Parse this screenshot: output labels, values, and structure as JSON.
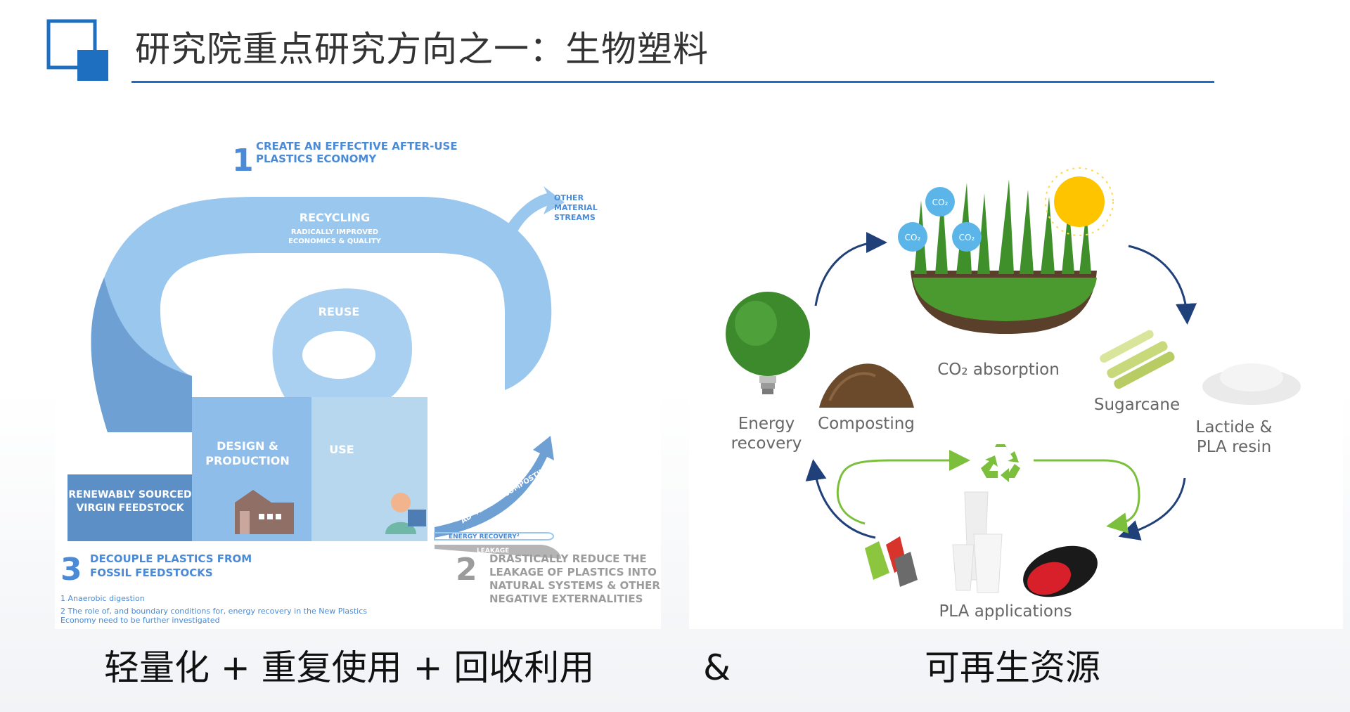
{
  "header": {
    "title": "研究院重点研究方向之一：生物塑料"
  },
  "left_diagram": {
    "step1_number": "1",
    "step1_line1": "CREATE AN EFFECTIVE AFTER-USE",
    "step1_line2": "PLASTICS ECONOMY",
    "other_line1": "OTHER",
    "other_line2": "MATERIAL",
    "other_line3": "STREAMS",
    "recycling": "RECYCLING",
    "recycling_sub1": "RADICALLY IMPROVED",
    "recycling_sub2": "ECONOMICS & QUALITY",
    "reuse": "REUSE",
    "design_line1": "DESIGN &",
    "design_line2": "PRODUCTION",
    "use": "USE",
    "feedstock_line1": "RENEWABLY SOURCED",
    "feedstock_line2": "VIRGIN FEEDSTOCK",
    "composting": "AD¹ AND/OR COMPOSTING",
    "energy_recovery": "ENERGY RECOVERY²",
    "leakage": "LEAKAGE",
    "step3_number": "3",
    "step3_line1": "DECOUPLE PLASTICS FROM",
    "step3_line2": "FOSSIL FEEDSTOCKS",
    "step2_number": "2",
    "step2_line1": "DRASTICALLY REDUCE THE",
    "step2_line2": "LEAKAGE OF PLASTICS INTO",
    "step2_line3": "NATURAL SYSTEMS & OTHER",
    "step2_line4": "NEGATIVE EXTERNALITIES",
    "footnote1": "1 Anaerobic digestion",
    "footnote2_line1": "2 The role of, and boundary conditions for, energy recovery in the New Plastics",
    "footnote2_line2": "Economy need to be further investigated"
  },
  "right_diagram": {
    "co2_bubble": "CO₂",
    "co2_absorption": "CO₂ absorption",
    "sugarcane": "Sugarcane",
    "lactide_line1": "Lactide &",
    "lactide_line2": "PLA resin",
    "energy_line1": "Energy",
    "energy_line2": "recovery",
    "composting": "Composting",
    "pla_applications": "PLA applications"
  },
  "captions": {
    "left": "轻量化 + 重复使用 + 回收利用",
    "amp": "&",
    "right": "可再生资源"
  },
  "colors": {
    "accent_blue": "#1f6fc1",
    "loop_light": "#9ac7ee",
    "loop_dark": "#5d92c9",
    "title_blue": "#4a8ad6",
    "arrow_navy": "#20407a",
    "arrow_green": "#7bbf3c"
  }
}
